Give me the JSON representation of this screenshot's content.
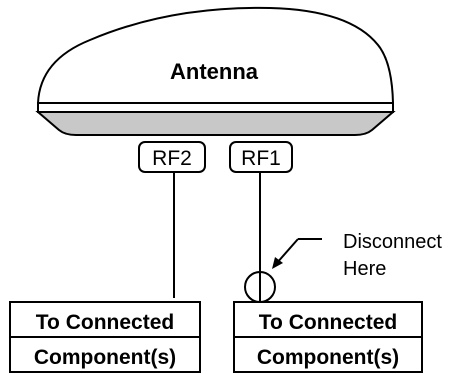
{
  "antenna": {
    "label": "Antenna",
    "ports": [
      {
        "label": "RF2"
      },
      {
        "label": "RF1"
      }
    ]
  },
  "components": [
    {
      "line1": "To Connected",
      "line2": "Component(s)"
    },
    {
      "line1": "To Connected",
      "line2": "Component(s)"
    }
  ],
  "callout": {
    "line1": "Disconnect",
    "line2": "Here"
  },
  "colors": {
    "ink": "#000000",
    "dome_fill": "#ffffff",
    "base_fill": "#c8c8c8"
  }
}
